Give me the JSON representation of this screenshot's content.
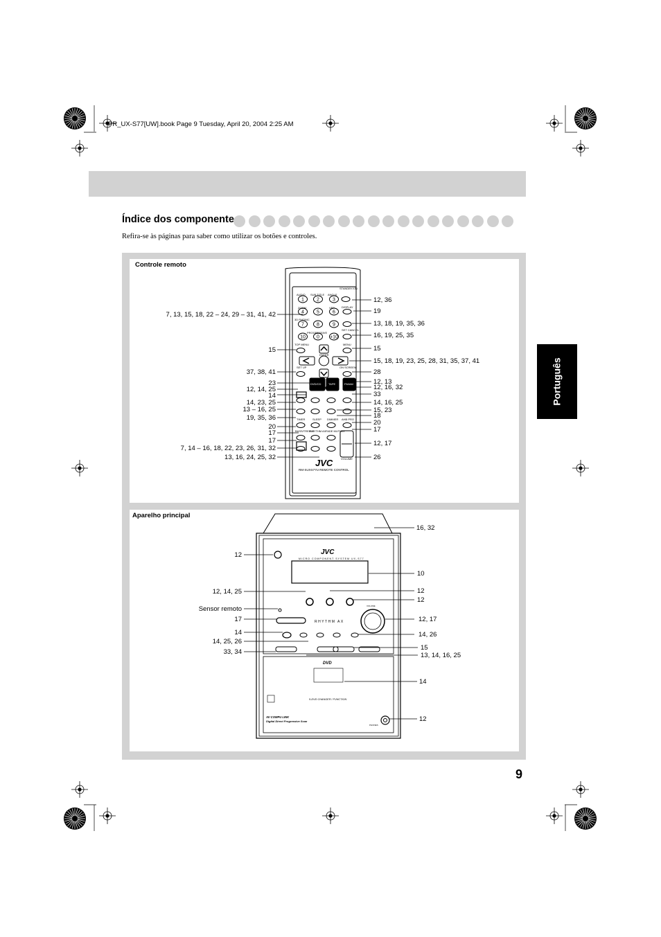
{
  "header": {
    "book_line": "PR_UX-S77[UW].book  Page 9  Tuesday, April 20, 2004  2:25 AM"
  },
  "section": {
    "title": "Índice dos componentes",
    "subtitle": "Refira-se às páginas para saber como utilizar os botões e controles.",
    "language_tab": "Português",
    "page_number": "9"
  },
  "remote": {
    "title": "Controle remoto",
    "left_labels": [
      "7, 13, 15, 18, 22 – 24, 29 – 31, 41, 42",
      "15",
      "37, 38, 41",
      "23",
      "12, 14, 25",
      "14",
      "14, 23, 25",
      "13 – 16, 25",
      "19, 35, 36",
      "20",
      "17",
      "17",
      "7, 14 – 16, 18, 22, 23, 26, 31, 32",
      "13, 16, 24, 25, 32"
    ],
    "right_labels": [
      "12, 36",
      "19",
      "13, 18, 19, 35, 36",
      "16, 19, 25, 35",
      "15",
      "15, 18, 19, 23, 25, 28, 31, 35, 37, 41",
      "28",
      "12, 13",
      "12, 16, 32",
      "33",
      "14, 16, 25",
      "15, 23",
      "18",
      "20",
      "17",
      "12, 17",
      "26"
    ],
    "device_text": {
      "brand": "JVC",
      "model": "RM-SUXS77U REMOTE CONTROL",
      "standby": "STANDBY/ON",
      "btn_dvdcd": "DVD/CD",
      "btn_tape": "TAPE",
      "btn_fmam": "FM/AM",
      "lbl_audio": "AUDIO",
      "lbl_subtitle": "SUB TITLE",
      "lbl_angle": "ANGLE",
      "lbl_zoom": "ZOOM",
      "lbl_vfp": "VFP",
      "lbl_3dphonic": "3D PHONIC",
      "lbl_progressive": "PROGRESSIVE",
      "lbl_topmenu": "TOP MENU",
      "lbl_menu": "MENU",
      "lbl_enter": "ENTER",
      "lbl_setup": "SET UP",
      "lbl_onscreen": "ON SCREEN",
      "lbl_display": "DISPLAY",
      "lbl_setcancel": "SET CANCEL",
      "lbl_timer": "TIMER",
      "lbl_sleep": "SLEEP",
      "lbl_dimmer": "DIMMER",
      "lbl_ahbpro": "AHB PRO",
      "lbl_bass": "BASS/TREBLE",
      "lbl_rhythmax": "RHYTHM AX",
      "lbl_fade": "FADE MUTING",
      "lbl_volume": "VOLUME"
    }
  },
  "main_unit": {
    "title": "Aparelho principal",
    "left_labels": [
      "12",
      "12, 14, 25",
      "Sensor remoto",
      "17",
      "14",
      "14, 25, 26",
      "33, 34"
    ],
    "right_labels": [
      "16, 32",
      "10",
      "12",
      "12",
      "12, 17",
      "14, 26",
      "15",
      "13, 14, 16, 25",
      "14",
      "12"
    ],
    "device_text": {
      "brand": "JVC",
      "system": "MICRO COMPONENT SYSTEM UX-S77",
      "rhythm": "RHYTHM AX",
      "dvd_logo": "DVD",
      "changer": "5-DVD CHANGER / FUNCTION",
      "compulink": "AV COMPU LINK",
      "progressive": "Digital Direct Progressive Scan",
      "phones": "PHONES",
      "volume": "VOLUME"
    }
  }
}
